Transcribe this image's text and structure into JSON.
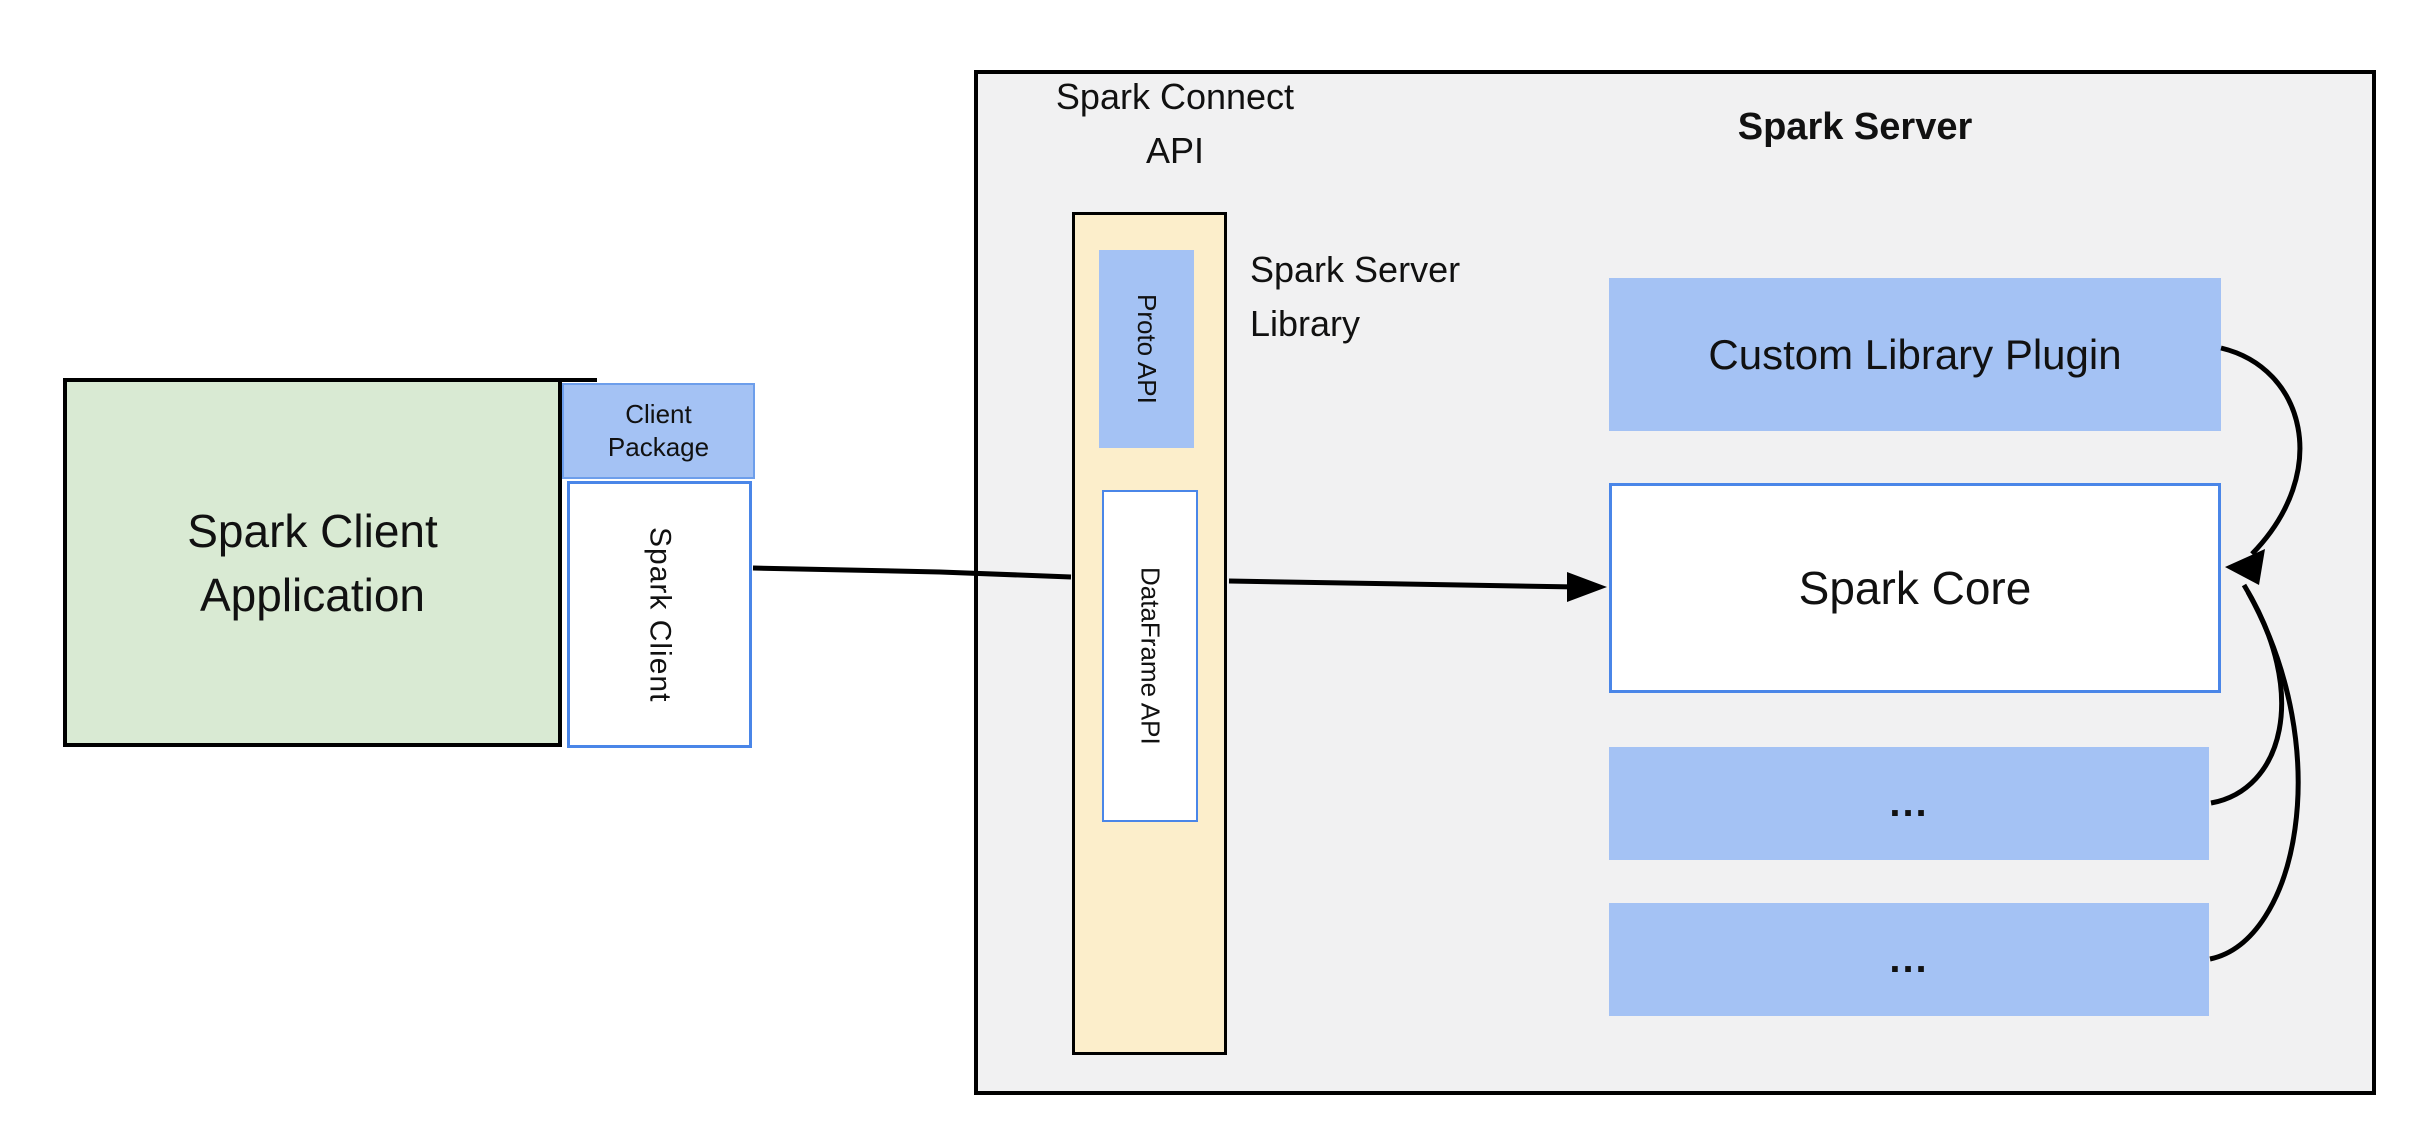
{
  "colors": {
    "page_bg": "#ffffff",
    "panel_gray": "#f1f1f2",
    "green_fill": "#d9ead3",
    "blue_fill": "#a4c2f4",
    "yellow_fill": "#fceecb",
    "white_box_border": "#4a86e8",
    "package_border": "#6d9eeb",
    "line_black": "#000000",
    "text": "#111111"
  },
  "labels": {
    "spark_connect_api": "Spark Connect\nAPI",
    "spark_server_title": "Spark Server",
    "spark_server_library": "Spark Server\nLibrary",
    "client_application": "Spark Client\nApplication",
    "client_package": "Client\nPackage",
    "spark_client": "Spark Client",
    "proto_api": "Proto API",
    "dataframe_api": "DataFrame API",
    "custom_library_plugin": "Custom Library Plugin",
    "spark_core": "Spark Core",
    "plugin_slot_1": "...",
    "plugin_slot_2": "..."
  }
}
